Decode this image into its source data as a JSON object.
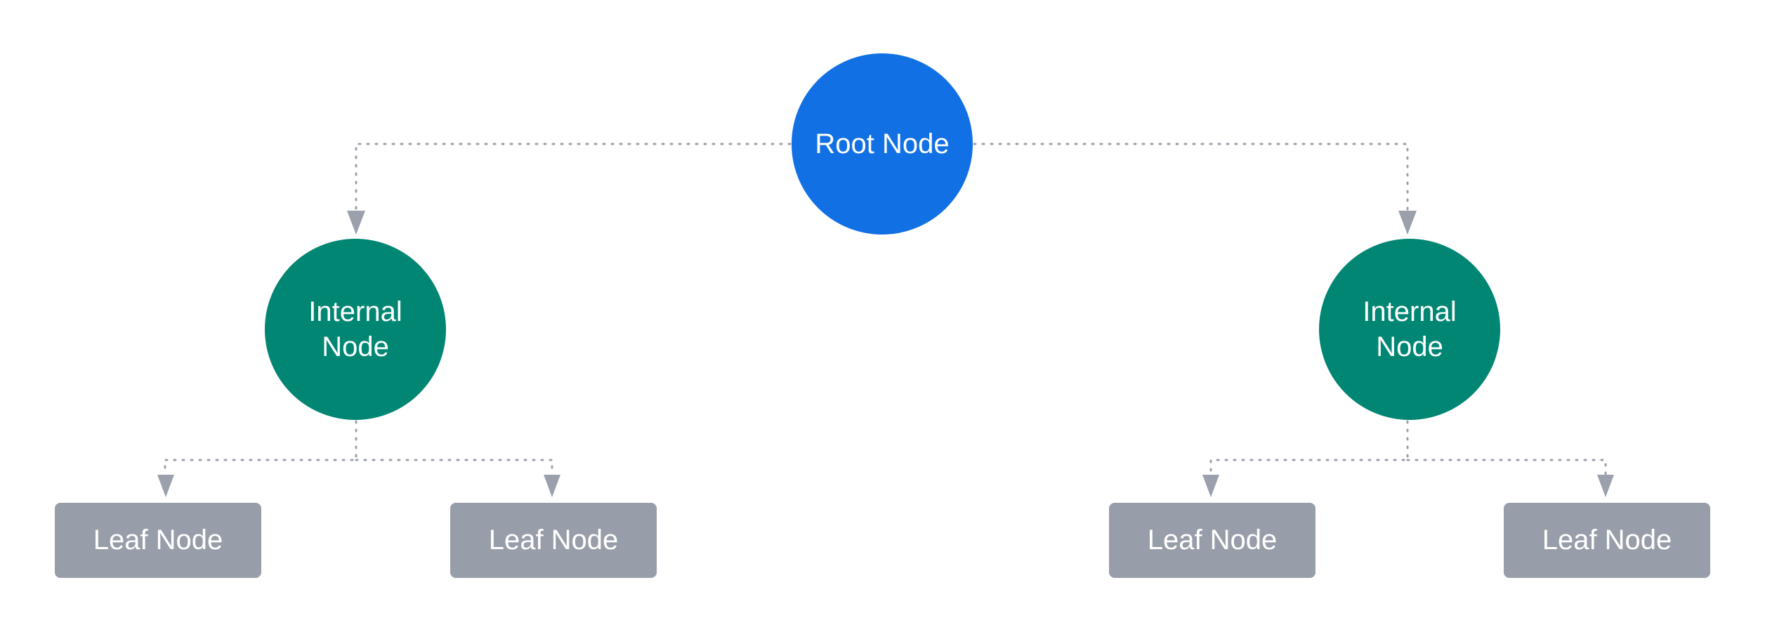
{
  "colors": {
    "root_fill": "#1170E4",
    "internal_fill": "#008673",
    "leaf_fill": "#989EA9",
    "connector": "#9AA0AC",
    "text": "#FFFFFF"
  },
  "root": {
    "label": "Root Node"
  },
  "internal_nodes": [
    {
      "label": "Internal Node"
    },
    {
      "label": "Internal Node"
    }
  ],
  "leaf_nodes": [
    {
      "label": "Leaf Node"
    },
    {
      "label": "Leaf Node"
    },
    {
      "label": "Leaf Node"
    },
    {
      "label": "Leaf Node"
    }
  ]
}
